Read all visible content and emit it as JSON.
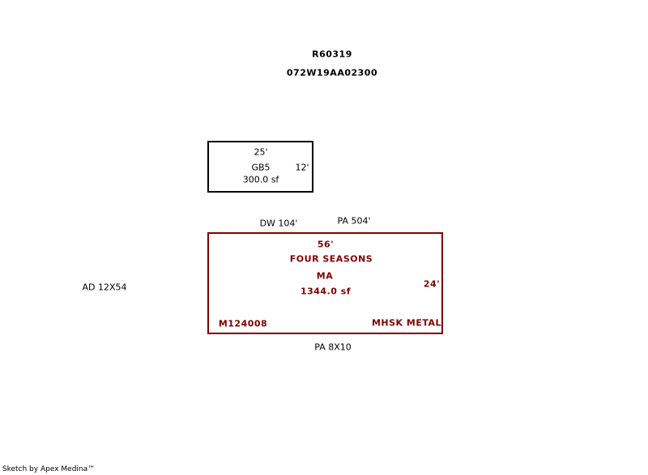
{
  "header": {
    "record_id": "R60319",
    "parcel_id": "072W19AA02300"
  },
  "garage": {
    "top_dim": "25'",
    "code": "GB5",
    "side_dim": "12'",
    "area": "300.0 sf"
  },
  "labels": {
    "dw": "DW 104'",
    "pa_top": "PA  504'",
    "ad": "AD  12X54",
    "pa_bottom": "PA  8X10"
  },
  "main": {
    "top_dim": "56'",
    "name": "FOUR SEASONS",
    "code": "MA",
    "area": "1344.0 sf",
    "side_dim": "24'",
    "model": "M124008",
    "skirt": "MHSK  METAL"
  },
  "footer": {
    "credit": "Sketch by Apex Medina™"
  },
  "colors": {
    "main_outline": "#800000",
    "garage_outline": "#000000"
  }
}
